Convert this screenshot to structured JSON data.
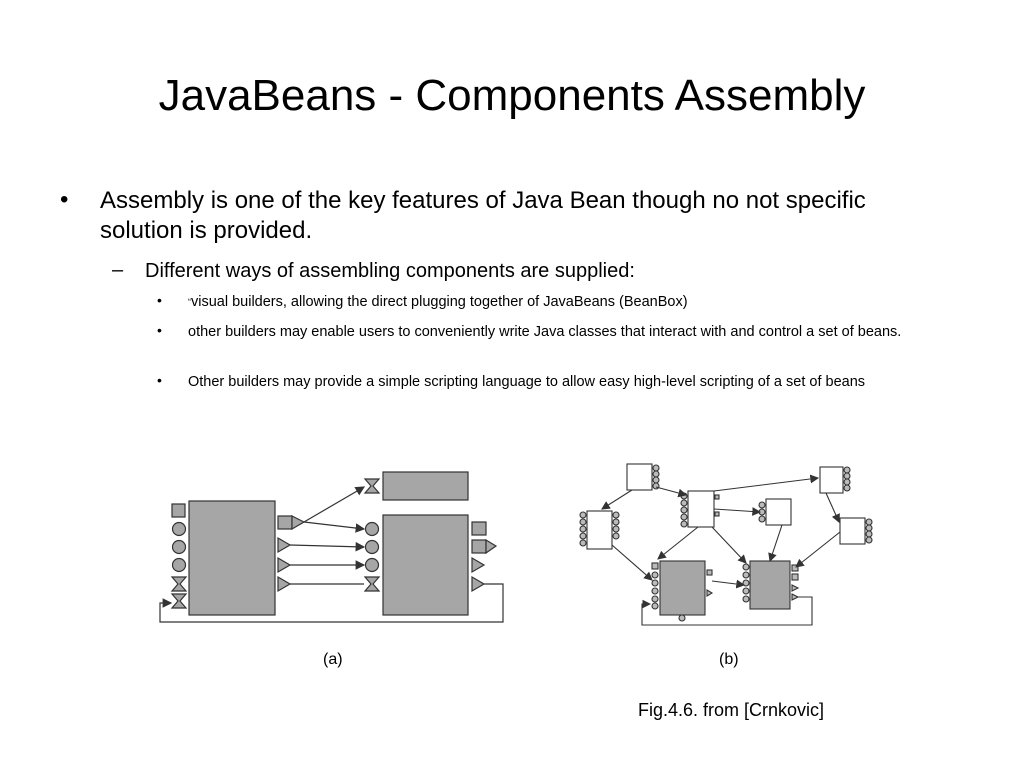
{
  "slide": {
    "title": "JavaBeans - Components Assembly",
    "bullet1": {
      "marker": "•",
      "text": "Assembly is one of the key features of Java Bean though no not specific solution is provided."
    },
    "bullet2": {
      "marker": "–",
      "text": "Different ways of assembling components are supplied:"
    },
    "sub_bullets": [
      {
        "marker": "•",
        "prefix": "“",
        "text": "visual builders, allowing the direct plugging together of JavaBeans (BeanBox)"
      },
      {
        "marker": "•",
        "prefix": "",
        "text": "other builders may enable users to conveniently write Java classes that interact with and control a set of beans."
      },
      {
        "marker": "•",
        "prefix": "",
        "text": "Other builders may provide a simple scripting language to allow easy high-level scripting of a set of beans"
      }
    ]
  },
  "figure": {
    "label_a": "(a)",
    "label_b": "(b)",
    "caption": "Fig.4.6. from [Crnkovic]",
    "box_fill": "#a6a6a6",
    "stroke": "#333333"
  }
}
